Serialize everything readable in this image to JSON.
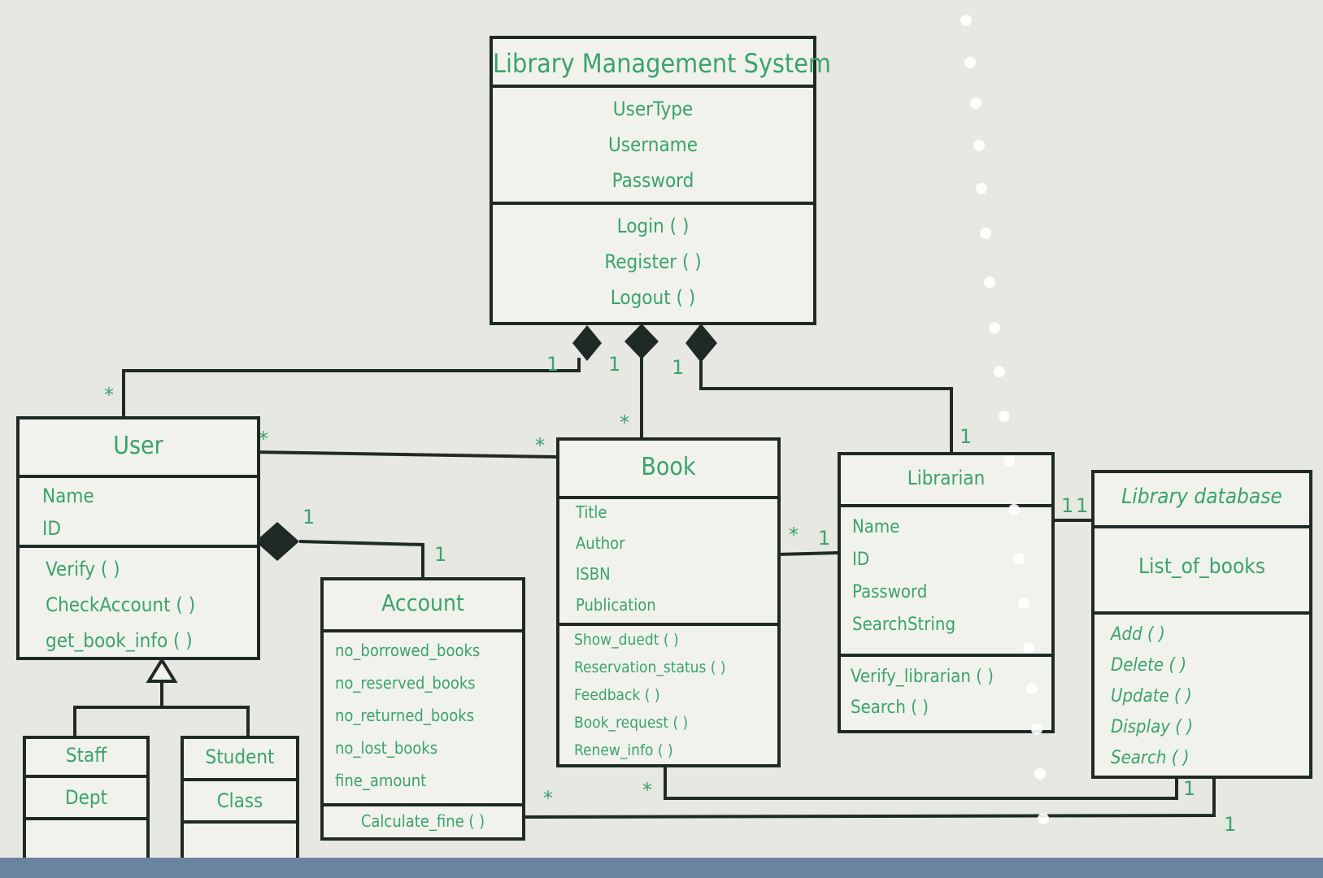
{
  "classes": {
    "lms": {
      "name": "Library Management System",
      "attributes": [
        "UserType",
        "Username",
        "Password"
      ],
      "methods": [
        "Login ( )",
        "Register ( )",
        "Logout ( )"
      ]
    },
    "user": {
      "name": "User",
      "attributes": [
        "Name",
        "ID"
      ],
      "methods": [
        "Verify ( )",
        "CheckAccount ( )",
        "get_book_info ( )"
      ]
    },
    "book": {
      "name": "Book",
      "attributes": [
        "Title",
        "Author",
        "ISBN",
        "Publication"
      ],
      "methods": [
        "Show_duedt ( )",
        "Reservation_status ( )",
        "Feedback ( )",
        "Book_request ( )",
        "Renew_info ( )"
      ]
    },
    "librarian": {
      "name": "Librarian",
      "attributes": [
        "Name",
        "ID",
        "Password",
        "SearchString"
      ],
      "methods": [
        "Verify_librarian ( )",
        "Search ( )"
      ]
    },
    "library_db": {
      "name": "Library database",
      "attributes": [
        "List_of_books"
      ],
      "methods": [
        "Add ( )",
        "Delete ( )",
        "Update ( )",
        "Display ( )",
        "Search ( )"
      ]
    },
    "account": {
      "name": "Account",
      "attributes": [
        "no_borrowed_books",
        "no_reserved_books",
        "no_returned_books",
        "no_lost_books",
        "fine_amount"
      ],
      "methods": [
        "Calculate_fine ( )"
      ]
    },
    "staff": {
      "name": "Staff",
      "attributes": [
        "Dept"
      ]
    },
    "student": {
      "name": "Student",
      "attributes": [
        "Class"
      ]
    }
  },
  "multiplicities": {
    "lms_user": "1",
    "lms_book": "1",
    "lms_librarian": "1",
    "user_end": "*",
    "book_end": "*",
    "librarian_end": "1",
    "user_book_user": "*",
    "user_book_book": "*",
    "user_account_user": "1",
    "user_account_account": "1",
    "book_librarian_book": "*",
    "book_librarian_librarian": "1",
    "librarian_db_librarian": "1",
    "librarian_db_db": "1",
    "book_db_book": "*",
    "book_db_db": "1",
    "account_db_account": "*",
    "account_db_db": "1"
  },
  "colors": {
    "text": "#3aa36c",
    "line": "#1f2a26",
    "background": "#e7e8e1"
  }
}
